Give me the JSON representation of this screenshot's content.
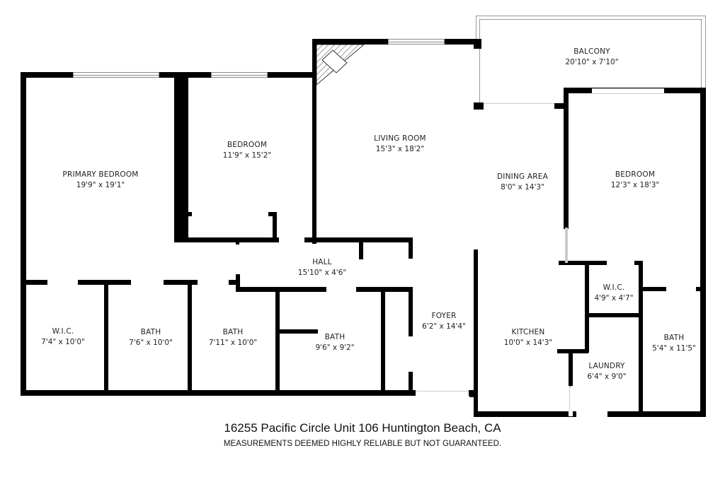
{
  "floorplan": {
    "rooms": [
      {
        "id": "primary-bedroom",
        "name": "PRIMARY BEDROOM",
        "dimensions": "19'9\" x 19'1\""
      },
      {
        "id": "bedroom-2",
        "name": "BEDROOM",
        "dimensions": "11'9\" x 15'2\""
      },
      {
        "id": "living-room",
        "name": "LIVING ROOM",
        "dimensions": "15'3\" x 18'2\""
      },
      {
        "id": "balcony",
        "name": "BALCONY",
        "dimensions": "20'10\" x 7'10\""
      },
      {
        "id": "dining-area",
        "name": "DINING AREA",
        "dimensions": "8'0\" x 14'3\""
      },
      {
        "id": "bedroom-3",
        "name": "BEDROOM",
        "dimensions": "12'3\" x 18'3\""
      },
      {
        "id": "hall",
        "name": "HALL",
        "dimensions": "15'10\" x 4'6\""
      },
      {
        "id": "wic-1",
        "name": "W.I.C.",
        "dimensions": "7'4\" x 10'0\""
      },
      {
        "id": "bath-1",
        "name": "BATH",
        "dimensions": "7'6\" x 10'0\""
      },
      {
        "id": "bath-2",
        "name": "BATH",
        "dimensions": "7'11\" x 10'0\""
      },
      {
        "id": "bath-3",
        "name": "BATH",
        "dimensions": "9'6\" x 9'2\""
      },
      {
        "id": "foyer",
        "name": "FOYER",
        "dimensions": "6'2\" x 14'4\""
      },
      {
        "id": "kitchen",
        "name": "KITCHEN",
        "dimensions": "10'0\" x 14'3\""
      },
      {
        "id": "wic-2",
        "name": "W.I.C.",
        "dimensions": "4'9\" x 4'7\""
      },
      {
        "id": "laundry",
        "name": "LAUNDRY",
        "dimensions": "6'4\" x 9'0\""
      },
      {
        "id": "bath-4",
        "name": "BATH",
        "dimensions": "5'4\" x 11'5\""
      }
    ]
  },
  "footer": {
    "address": "16255 Pacific Circle Unit 106 Huntington Beach, CA",
    "disclaimer": "MEASUREMENTS DEEMED HIGHLY RELIABLE BUT NOT GUARANTEED."
  },
  "colors": {
    "wall": "#000000",
    "background": "#ffffff",
    "text": "#222222"
  }
}
